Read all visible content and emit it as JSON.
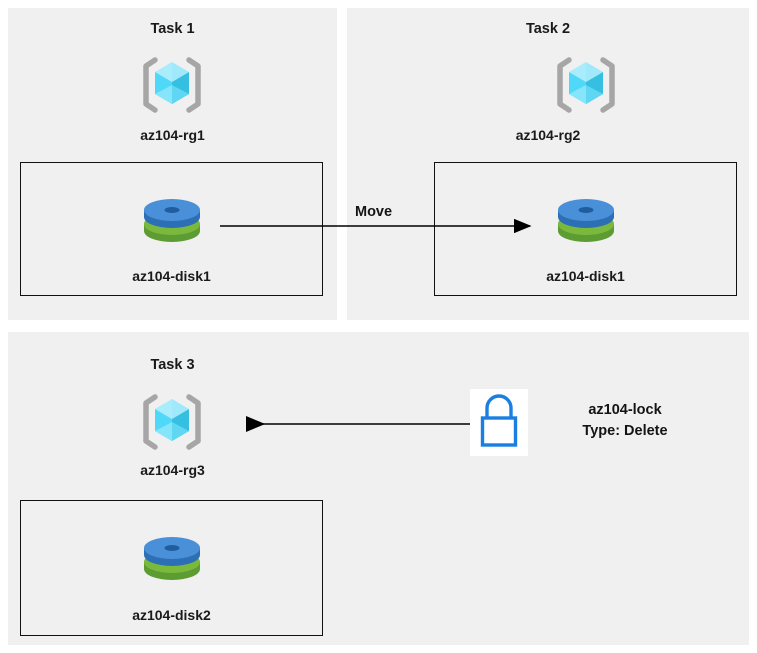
{
  "diagram": {
    "title": "Azure resource group tasks diagram",
    "background_color": "#ffffff",
    "panel_color": "#f0f0f0",
    "box_border_color": "#111111",
    "arrow_color": "#000000"
  },
  "panels": [
    {
      "id": "task1",
      "task_title": "Task 1",
      "resource_group_label": "az104-rg1",
      "resource_icon": "azure-resource-group-icon",
      "resource_item_label": "az104-disk1",
      "resource_item_icon": "azure-disk-icon"
    },
    {
      "id": "task2",
      "task_title": "Task 2",
      "resource_group_label": "az104-rg2",
      "resource_icon": "azure-resource-group-icon",
      "resource_item_label": "az104-disk1",
      "resource_item_icon": "azure-disk-icon"
    },
    {
      "id": "task3",
      "task_title": "Task 3",
      "resource_group_label": "az104-rg3",
      "resource_icon": "azure-resource-group-icon",
      "resource_item_label": "az104-disk2",
      "resource_item_icon": "azure-disk-icon"
    }
  ],
  "connectors": {
    "move": {
      "label": "Move",
      "direction": "right",
      "from": "task1-disk",
      "to": "task2-disk"
    },
    "lock_link": {
      "label": "",
      "direction": "left",
      "from": "az104-lock",
      "to": "az104-rg3"
    }
  },
  "lock": {
    "icon": "padlock-icon",
    "name": "az104-lock",
    "type_line": "Type: Delete",
    "icon_color": "#1a7fe0",
    "tile_background": "#ffffff"
  },
  "icon_colors": {
    "cube_light": "#8fe6fb",
    "cube_mid": "#4fd2f7",
    "cube_dark": "#29b6dd",
    "bracket": "#a6a6a6",
    "disk_blue_top": "#4a90d9",
    "disk_blue_side": "#2f74bd",
    "disk_green_top": "#7ab93b",
    "disk_green_side": "#5f9a28"
  }
}
